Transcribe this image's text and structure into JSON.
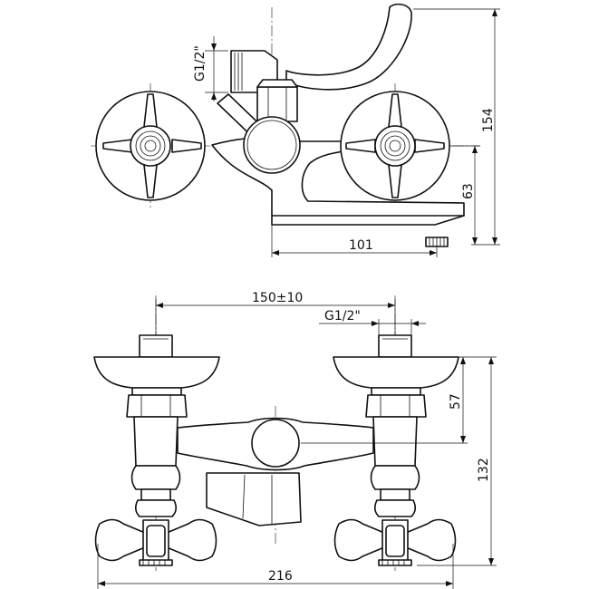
{
  "top_view": {
    "thread_label": "G1/2\"",
    "height_total": "154",
    "height_spout": "63",
    "spout_reach": "101"
  },
  "front_view": {
    "center_distance": "150±10",
    "thread_label": "G1/2\"",
    "height_upper": "57",
    "height_total": "132",
    "width_total": "216"
  },
  "style": {
    "line_color": "#111111",
    "background": "#ffffff"
  }
}
